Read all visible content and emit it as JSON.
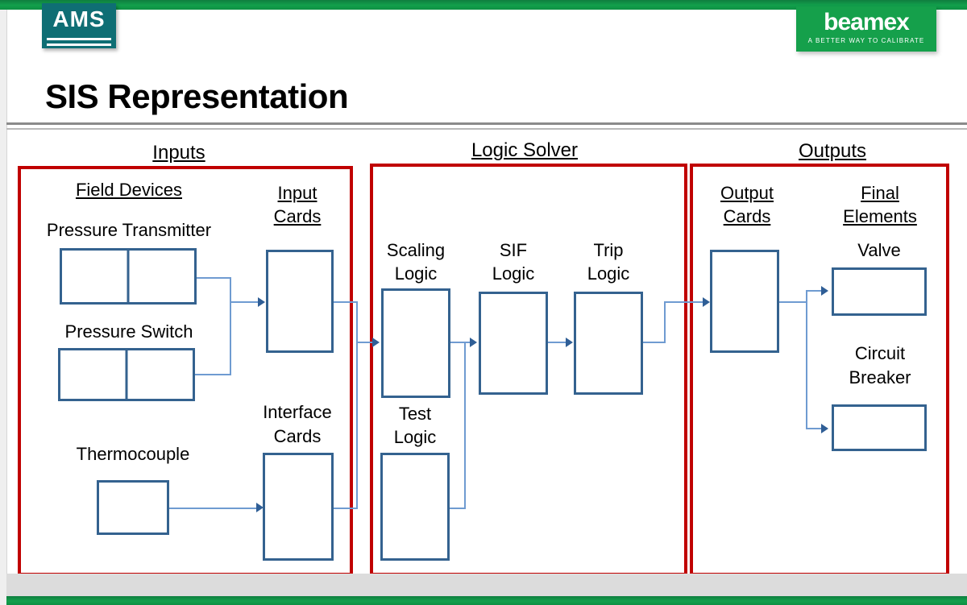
{
  "header": {
    "ams_logo": "AMS",
    "beamex_name": "beamex",
    "beamex_tagline": "A BETTER WAY TO CALIBRATE",
    "slide_title": "SIS Representation"
  },
  "diagram": {
    "sections": [
      {
        "id": "inputs",
        "title": "Inputs"
      },
      {
        "id": "logic-solver",
        "title": "Logic Solver"
      },
      {
        "id": "outputs",
        "title": "Outputs"
      }
    ],
    "inputs": {
      "group_label": "Field Devices",
      "cards_label_line1": "Input",
      "cards_label_line2": "Cards",
      "interface_label_line1": "Interface",
      "interface_label_line2": "Cards",
      "devices": [
        {
          "name": "Pressure Transmitter",
          "shape": "split-rect"
        },
        {
          "name": "Pressure Switch",
          "shape": "split-rect"
        },
        {
          "name": "Thermocouple",
          "shape": "rect"
        }
      ]
    },
    "logic_solver": {
      "blocks": [
        {
          "line1": "Scaling",
          "line2": "Logic"
        },
        {
          "line1": "SIF",
          "line2": "Logic"
        },
        {
          "line1": "Trip",
          "line2": "Logic"
        },
        {
          "line1": "Test",
          "line2": "Logic"
        }
      ]
    },
    "outputs": {
      "cards_label_line1": "Output",
      "cards_label_line2": "Cards",
      "final_label_line1": "Final",
      "final_label_line2": "Elements",
      "elements": [
        {
          "line1": "Valve",
          "line2": ""
        },
        {
          "line1": "Circuit",
          "line2": "Breaker"
        }
      ]
    }
  },
  "colors": {
    "brand_green": "#12a04c",
    "ams_teal": "#0f6e74",
    "group_red": "#c00000",
    "box_blue": "#34628f",
    "connector_blue": "#6f9bd1"
  }
}
